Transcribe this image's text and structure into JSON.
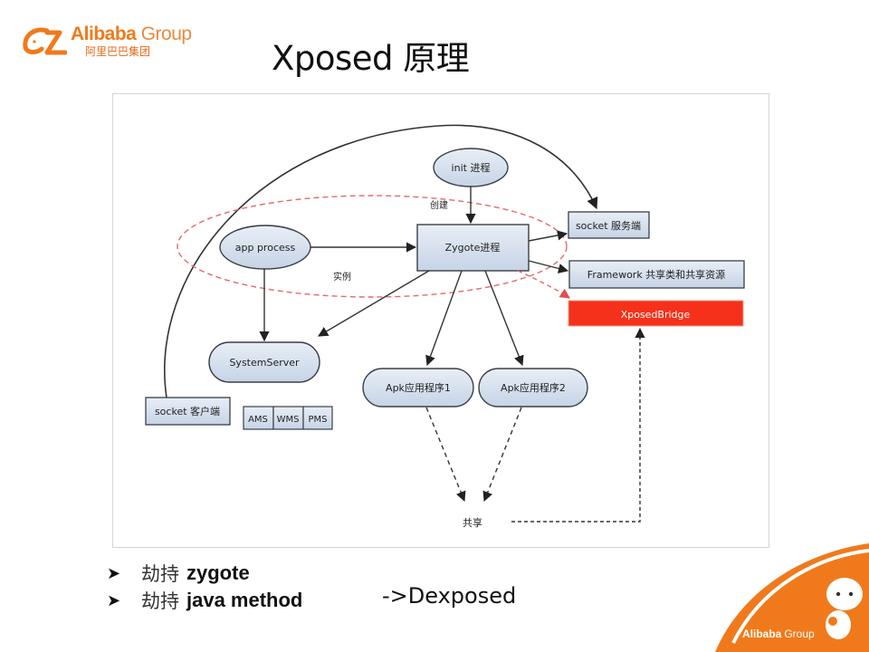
{
  "brand": {
    "name_en": "Alibaba",
    "name_group": "Group",
    "name_cn": "阿里巴巴集团",
    "color_primary": "#f07a1b",
    "corner_label_bold": "Alibaba",
    "corner_label_light": "Group"
  },
  "slide": {
    "title": "Xposed 原理"
  },
  "diagram": {
    "nodes": {
      "init": "init 进程",
      "app_process": "app process",
      "zygote": "Zygote进程",
      "socket_server": "socket 服务端",
      "framework": "Framework 共享类和共享资源",
      "xposed_bridge": "XposedBridge",
      "system_server": "SystemServer",
      "socket_client": "socket 客户端",
      "ams": "AMS",
      "wms": "WMS",
      "pms": "PMS",
      "apk1": "Apk应用程序1",
      "apk2": "Apk应用程序2",
      "shared": "共享"
    },
    "edge_labels": {
      "create": "创建",
      "instance": "实例"
    },
    "colors": {
      "node_fill": "#d6e1ef",
      "node_stroke": "#3a3f47",
      "highlight": "#f5311b",
      "dashed_red": "#e06a6a"
    }
  },
  "bullets": [
    {
      "marker": "➤",
      "cn": "劫持",
      "en": "zygote"
    },
    {
      "marker": "➤",
      "cn": "劫持",
      "en": "java method"
    }
  ],
  "note": "->Dexposed"
}
